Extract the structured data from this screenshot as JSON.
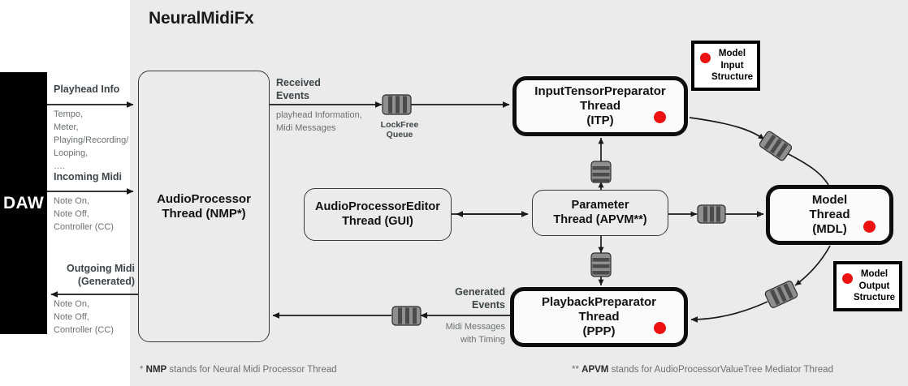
{
  "diagram": {
    "title": "NeuralMidiFx",
    "background": "#ebebeb",
    "accent_red": "#ee1111"
  },
  "daw": {
    "label": "DAW"
  },
  "flows": {
    "playhead": {
      "title": "Playhead Info",
      "details": "Tempo,\nMeter,\nPlaying/Recording/\nLooping,\n…."
    },
    "incoming_midi": {
      "title": "Incoming Midi",
      "details": "Note On,\nNote Off,\nController (CC)"
    },
    "outgoing_midi": {
      "title": "Outgoing Midi\n(Generated)",
      "details": "Note On,\nNote Off,\nController (CC)"
    },
    "received_events": {
      "title": "Received\nEvents",
      "details": "playhead Information,\nMidi Messages"
    },
    "generated_events": {
      "title": "Generated\nEvents",
      "details": "Midi Messages\nwith Timing"
    }
  },
  "queues": {
    "lockfree_label": "LockFree Queue"
  },
  "threads": [
    {
      "id": "nmp",
      "label": "AudioProcessor\nThread (NMP*)",
      "style": "thin",
      "has_red_dot": false
    },
    {
      "id": "gui",
      "label": "AudioProcessorEditor\nThread (GUI)",
      "style": "thin",
      "has_red_dot": false
    },
    {
      "id": "apvm",
      "label": "Parameter\nThread (APVM**)",
      "style": "thin",
      "has_red_dot": false
    },
    {
      "id": "itp",
      "label": "InputTensorPreparator\nThread\n(ITP)",
      "style": "thick",
      "has_red_dot": true
    },
    {
      "id": "mdl",
      "label": "Model\nThread\n(MDL)",
      "style": "thick",
      "has_red_dot": true
    },
    {
      "id": "ppp",
      "label": "PlaybackPreparator\nThread\n(PPP)",
      "style": "thick",
      "has_red_dot": true
    }
  ],
  "legends": [
    {
      "id": "model-input",
      "label": "Model\nInput\nStructure",
      "dot_color": "#ee1111"
    },
    {
      "id": "model-output",
      "label": "Model\nOutput\nStructure",
      "dot_color": "#ee1111"
    }
  ],
  "footnotes": {
    "left_prefix": "* ",
    "left_bold": "NMP",
    "left_rest": " stands for Neural Midi Processor Thread",
    "right_prefix": "** ",
    "right_bold": "APVM",
    "right_rest": " stands for AudioProcessorValueTree Mediator Thread"
  }
}
